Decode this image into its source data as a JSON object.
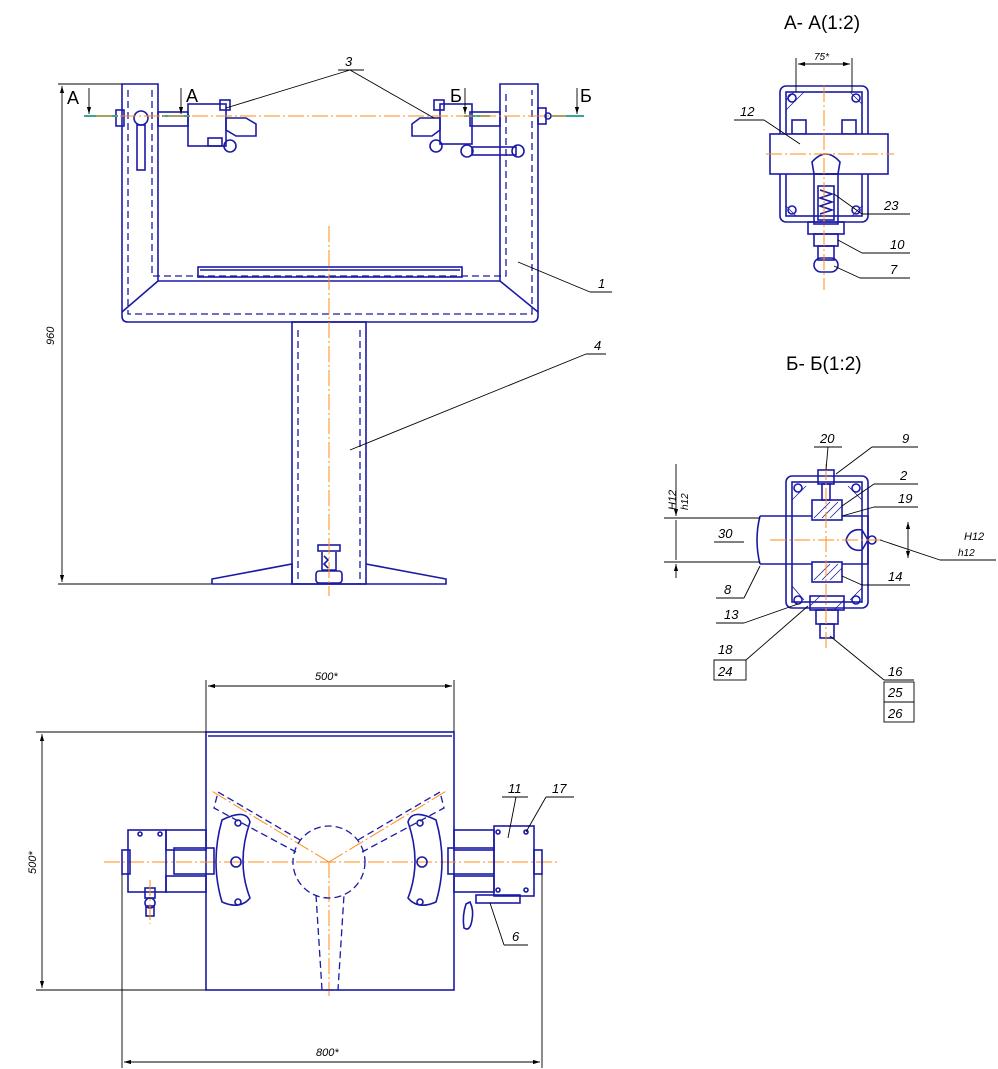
{
  "sections": {
    "a_title": "А- А(1:2)",
    "b_title": "Б- Б(1:2)"
  },
  "cut_marks": {
    "a_left": "А",
    "a_right": "А",
    "b_left": "Б",
    "b_right": "Б"
  },
  "dimensions": {
    "height_960": "960",
    "width_500": "500*",
    "depth_500": "500*",
    "width_800": "800*",
    "section_width_75": "75*",
    "fit_30": "30",
    "fit_top_main": "H12",
    "fit_top_sub": "h12",
    "fit_right_main": "H12",
    "fit_right_sub": "h12"
  },
  "callouts": {
    "p1": "1",
    "p3": "3",
    "p4": "4",
    "p6": "6",
    "p11": "11",
    "p17": "17",
    "p12": "12",
    "p23": "23",
    "p10": "10",
    "p7": "7",
    "p20": "20",
    "p9": "9",
    "p2": "2",
    "p19": "19",
    "p8": "8",
    "p14": "14",
    "p13": "13",
    "p18": "18",
    "p24": "24",
    "p16": "16",
    "p25": "25",
    "p26": "26"
  },
  "colors": {
    "outline": "#1a1aa6",
    "centerline": "#ff8c1a",
    "cut_line": "#1d9a8a",
    "dimension": "#000000"
  }
}
